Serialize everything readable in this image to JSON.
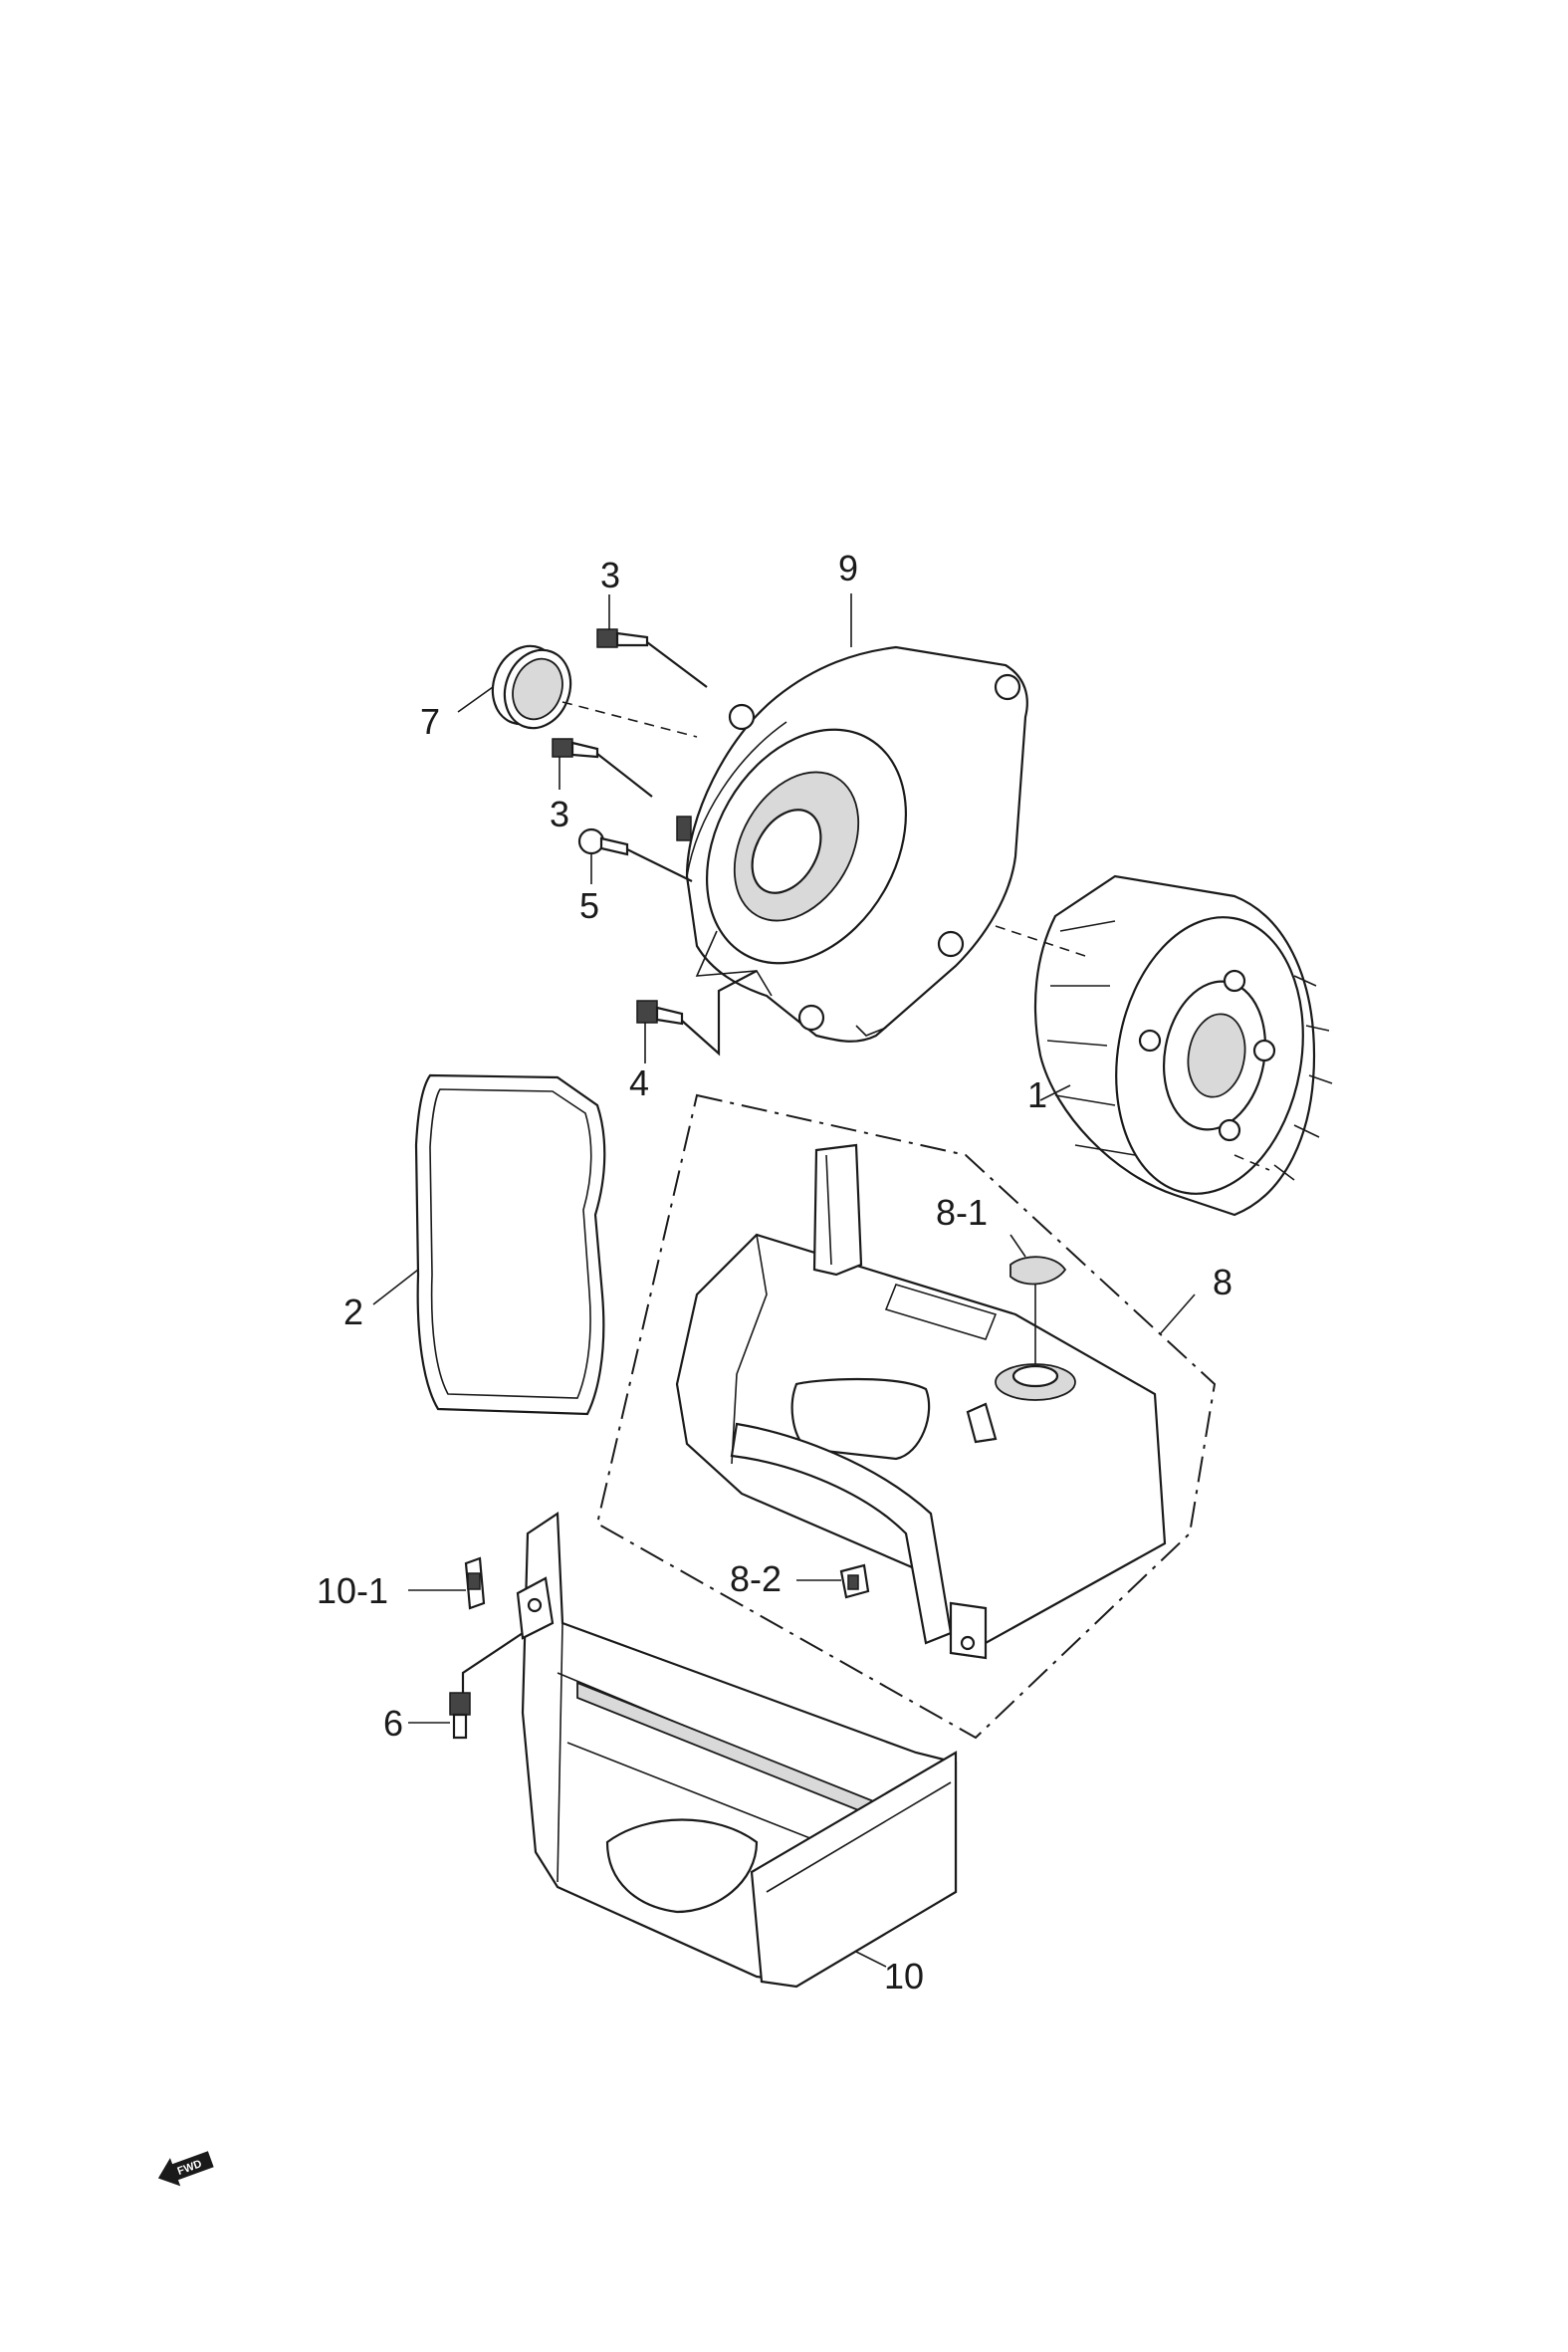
{
  "labels": {
    "p3a": "3",
    "p9": "9",
    "p7": "7",
    "p3b": "3",
    "p5": "5",
    "p4": "4",
    "p1": "1",
    "p2": "2",
    "p81": "8-1",
    "p8": "8",
    "p101": "10-1",
    "p82": "8-2",
    "p6": "6",
    "p10": "10"
  },
  "fwd_badge": "FWD"
}
